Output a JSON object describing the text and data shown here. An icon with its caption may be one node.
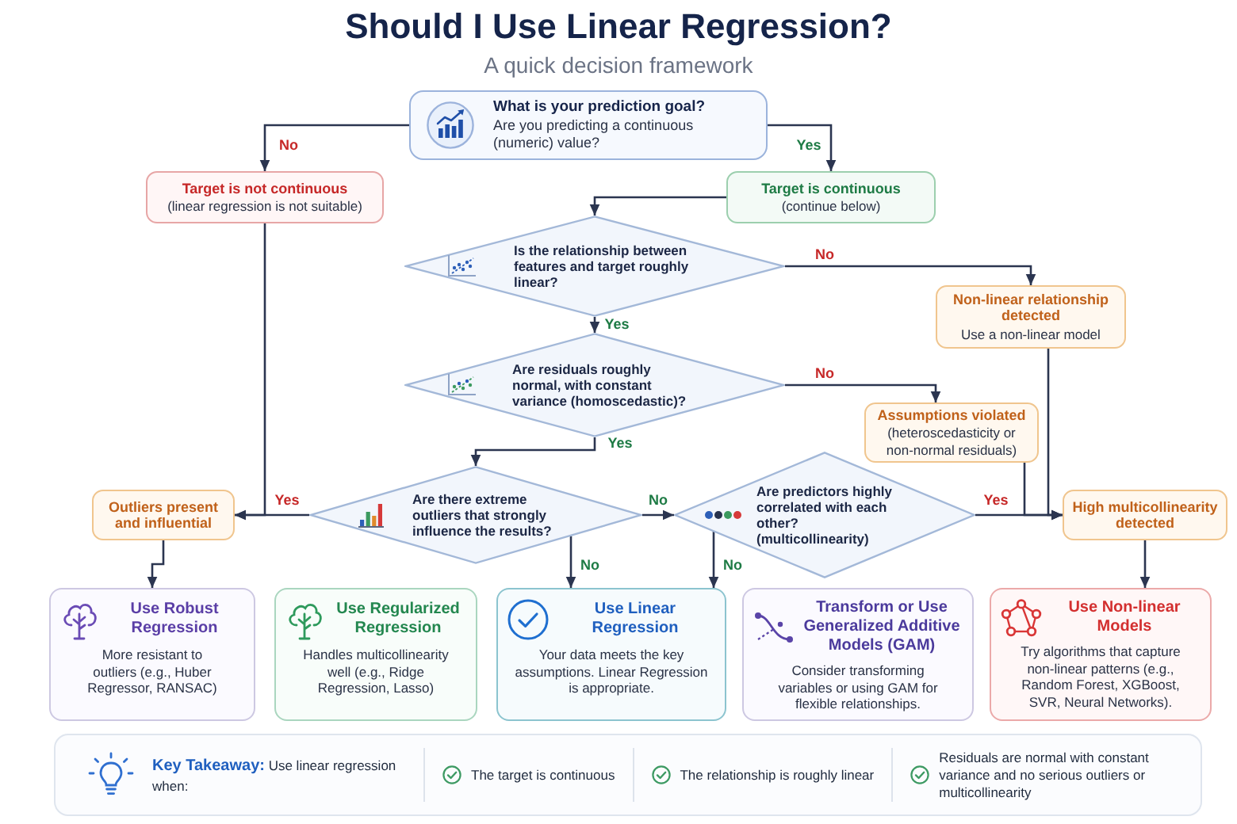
{
  "diagram": {
    "title": "Should I Use Linear Regression?",
    "nodes": [
      {
        "text": [
          "What is your prediction goal?",
          "Are you predicting a continuous (numeric) value?"
        ]
      },
      {
        "text": [
          "Target is not continuous",
          "(linear regression is not suitable)"
        ]
      },
      {
        "text": [
          "Target is continuous",
          "(continue below)"
        ]
      },
      {
        "text": [
          "Is the relationship between features and target roughly linear?"
        ]
      },
      {
        "text": [
          "Non-linear relationship detected",
          "Use a non-linear model"
        ]
      },
      {
        "text": [
          "Are residuals roughly normal, with constant variance (homoscedastic)?"
        ]
      },
      {
        "text": [
          "Assumptions violated",
          "(heteroscedasticity or non-normal residuals)"
        ]
      },
      {
        "text": [
          "Are there extreme outliers that strongly influence the results?"
        ]
      },
      {
        "text": [
          "Outliers present and influential"
        ]
      },
      {
        "text": [
          "Are predictors highly correlated with each other? (multicollinearity)"
        ]
      },
      {
        "text": [
          "High multicollinearity detected"
        ]
      },
      {
        "text": [
          "Use Robust Regression",
          "More resistant to outliers (e.g., Huber Regressor, RANSAC)"
        ]
      },
      {
        "text": [
          "Use Regularized Regression",
          "Handles multicollinearity well (e.g., Ridge Regression, Lasso)"
        ]
      },
      {
        "text": [
          "Use Linear Regression",
          "Your data meets the key assumptions. Linear Regression is appropriate."
        ]
      },
      {
        "text": [
          "Transform or Use Generalized Additive Models (GAM)",
          "Consider transforming variables or using GAM for flexible relationships."
        ]
      },
      {
        "text": [
          "Use Non-linear Models",
          "Try algorithms that capture non-linear patterns (e.g., Random Forest, XGBoost, SVR, Neural Networks)."
        ]
      },
      {
        "text": [
          "**Key Takeaway:** Use linear regression when:",
          "The target is continuous",
          "The relationship is roughly linear",
          "Residuals are normal with constant variance and no serious outliers or multicollinearity"
        ]
      }
    ],
    "edges": [
      {
        "from": 0,
        "to": 1,
        "arrow": "to",
        "label": "No"
      },
      {
        "from": 0,
        "to": 2,
        "arrow": "to",
        "label": "Yes"
      },
      {
        "from": 2,
        "to": 3,
        "arrow": "to"
      },
      {
        "from": 3,
        "to": 4,
        "arrow": "to",
        "label": "No"
      },
      {
        "from": 3,
        "to": 5,
        "arrow": "to",
        "label": "Yes"
      },
      {
        "from": 5,
        "to": 6,
        "arrow": "to",
        "label": "No"
      },
      {
        "from": 5,
        "to": 7,
        "arrow": "to",
        "label": "Yes"
      },
      {
        "from": 7,
        "to": 8,
        "arrow": "to",
        "label": "Yes"
      },
      {
        "from": 1,
        "to": 8,
        "arrow": "to"
      },
      {
        "from": 7,
        "to": 9,
        "arrow": "to",
        "label": "No"
      },
      {
        "from": 7,
        "to": 13,
        "arrow": "to",
        "label": "No"
      },
      {
        "from": 9,
        "to": 13,
        "arrow": "to",
        "label": "No"
      },
      {
        "from": 9,
        "to": 10,
        "arrow": "to",
        "label": "Yes"
      },
      {
        "from": 6,
        "to": 10,
        "arrow": "to"
      },
      {
        "from": 4,
        "to": 10,
        "arrow": "to"
      },
      {
        "from": 8,
        "to": 11,
        "arrow": "to"
      },
      {
        "from": 10,
        "to": 15,
        "arrow": "to"
      }
    ],
    "labels": [
      "A quick decision framework"
    ]
  }
}
